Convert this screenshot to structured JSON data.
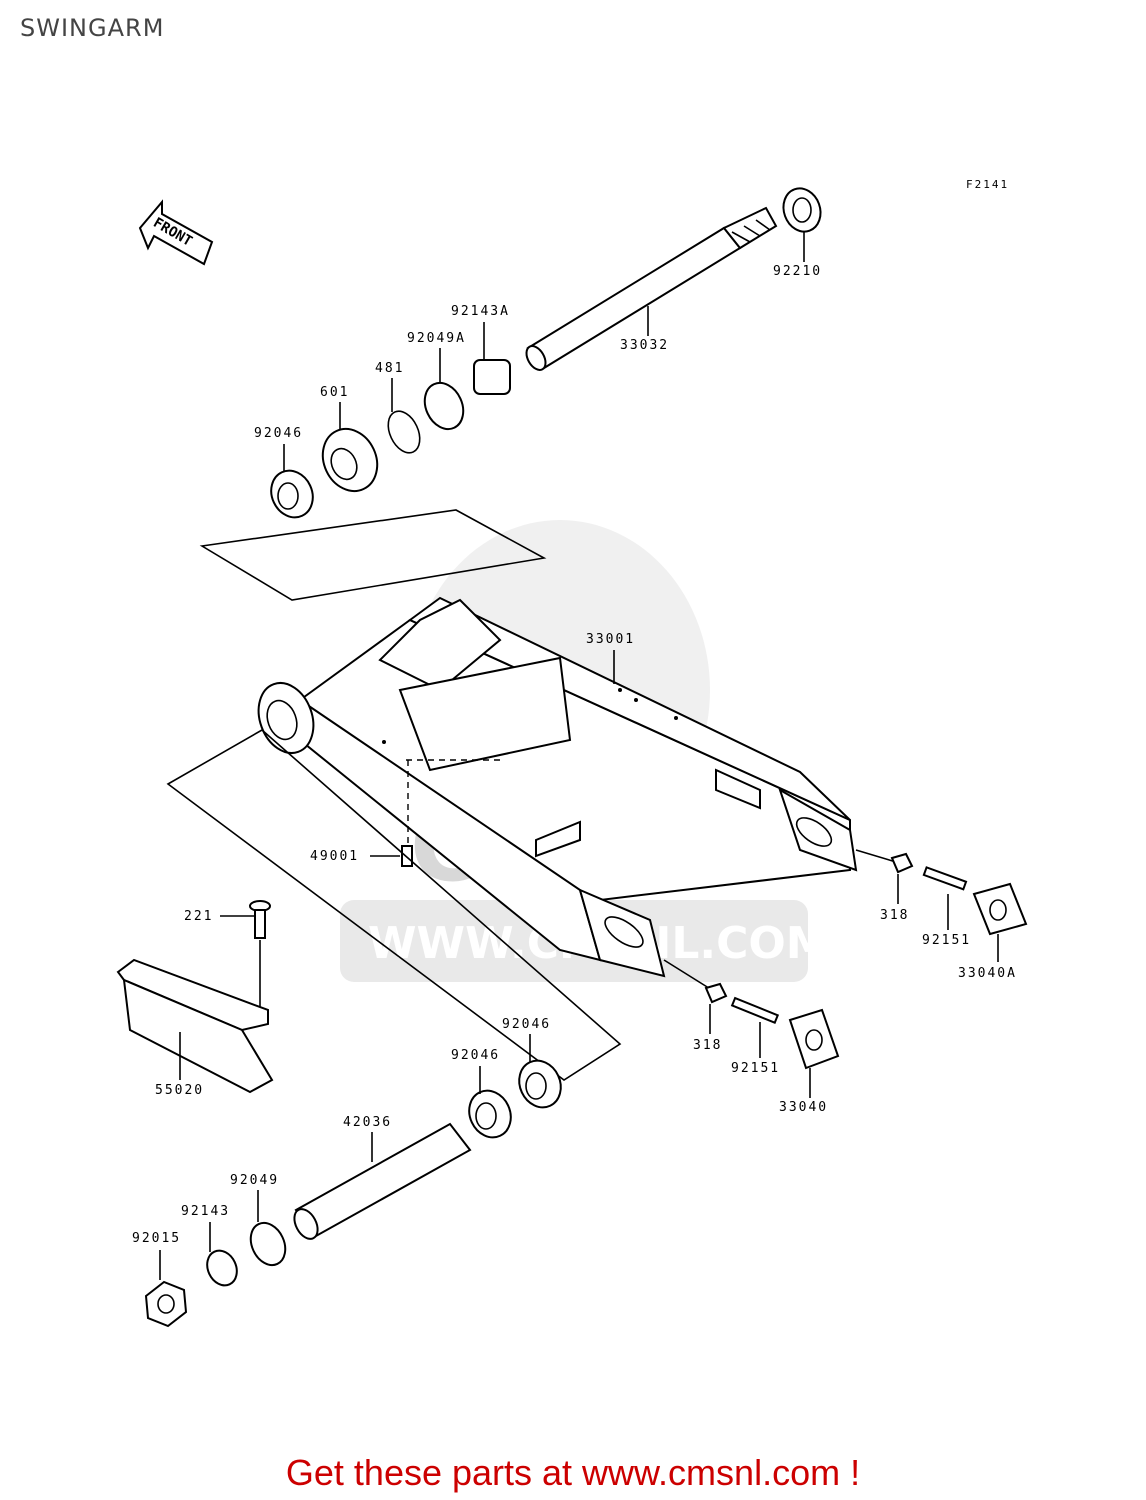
{
  "page": {
    "title": "SWINGARM",
    "figure_code": "F2141",
    "front_marker": "FRONT",
    "footer_text": "Get these parts at www.cmsnl.com !"
  },
  "watermark": {
    "logo_text": "CMS",
    "url_text": "WWW.CMSNL.COM"
  },
  "parts": [
    {
      "id": "p92210",
      "number": "92210"
    },
    {
      "id": "p33032",
      "number": "33032"
    },
    {
      "id": "p92143A",
      "number": "92143A"
    },
    {
      "id": "p92049A",
      "number": "92049A"
    },
    {
      "id": "p481",
      "number": "481"
    },
    {
      "id": "p601",
      "number": "601"
    },
    {
      "id": "p92046a",
      "number": "92046"
    },
    {
      "id": "p33001",
      "number": "33001"
    },
    {
      "id": "p49001",
      "number": "49001"
    },
    {
      "id": "p221",
      "number": "221"
    },
    {
      "id": "p318a",
      "number": "318"
    },
    {
      "id": "p92151a",
      "number": "92151"
    },
    {
      "id": "p33040A",
      "number": "33040A"
    },
    {
      "id": "p55020",
      "number": "55020"
    },
    {
      "id": "p92046b",
      "number": "92046"
    },
    {
      "id": "p92046c",
      "number": "92046"
    },
    {
      "id": "p318b",
      "number": "318"
    },
    {
      "id": "p92151b",
      "number": "92151"
    },
    {
      "id": "p33040",
      "number": "33040"
    },
    {
      "id": "p42036",
      "number": "42036"
    },
    {
      "id": "p92049",
      "number": "92049"
    },
    {
      "id": "p92143",
      "number": "92143"
    },
    {
      "id": "p92015",
      "number": "92015"
    }
  ]
}
